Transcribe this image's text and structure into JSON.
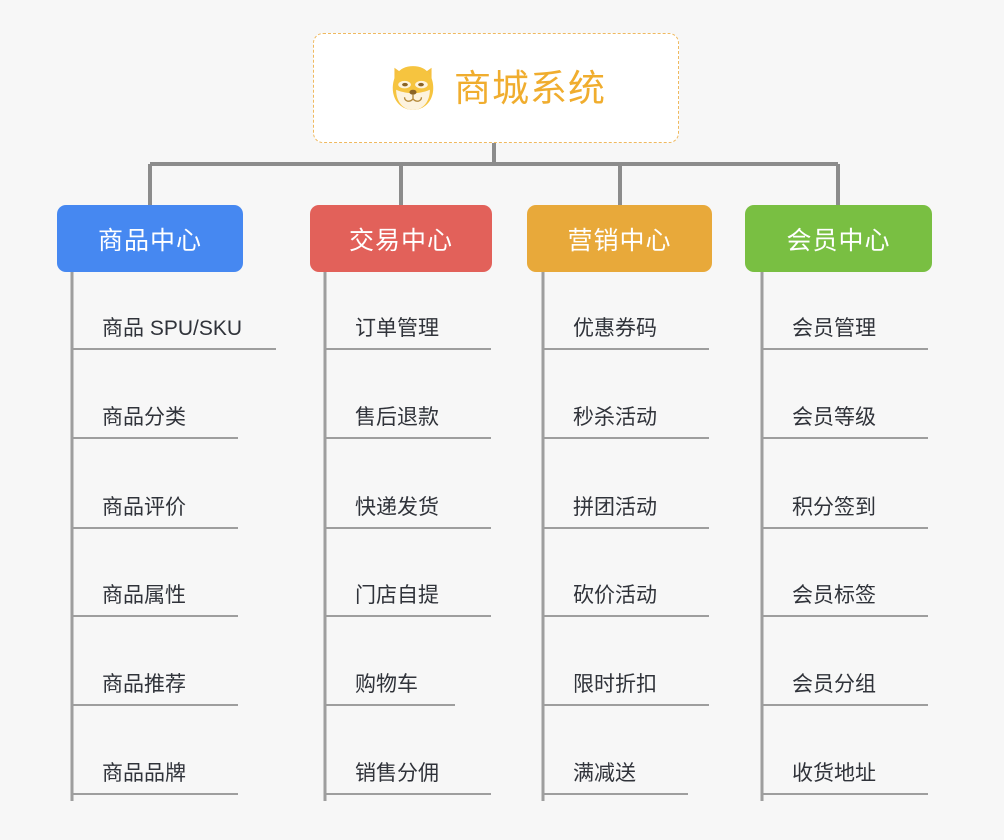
{
  "page": {
    "background_color": "#f7f7f7",
    "connector_color": "#8c8c8c"
  },
  "root": {
    "title": "商城系统",
    "icon": "shiba-dog-emoji",
    "text_color": "#f0ad2e",
    "border_color": "#efb95f",
    "background_color": "#ffffff"
  },
  "branches": [
    {
      "label": "商品中心",
      "color": "#4688f1",
      "items": [
        "商品 SPU/SKU",
        "商品分类",
        "商品评价",
        "商品属性",
        "商品推荐",
        "商品品牌"
      ]
    },
    {
      "label": "交易中心",
      "color": "#e2615a",
      "items": [
        "订单管理",
        "售后退款",
        "快递发货",
        "门店自提",
        "购物车",
        "销售分佣"
      ]
    },
    {
      "label": "营销中心",
      "color": "#e8a93a",
      "items": [
        "优惠券码",
        "秒杀活动",
        "拼团活动",
        "砍价活动",
        "限时折扣",
        "满减送"
      ]
    },
    {
      "label": "会员中心",
      "color": "#79bf42",
      "items": [
        "会员管理",
        "会员等级",
        "积分签到",
        "会员标签",
        "会员分组",
        "收货地址"
      ]
    }
  ]
}
